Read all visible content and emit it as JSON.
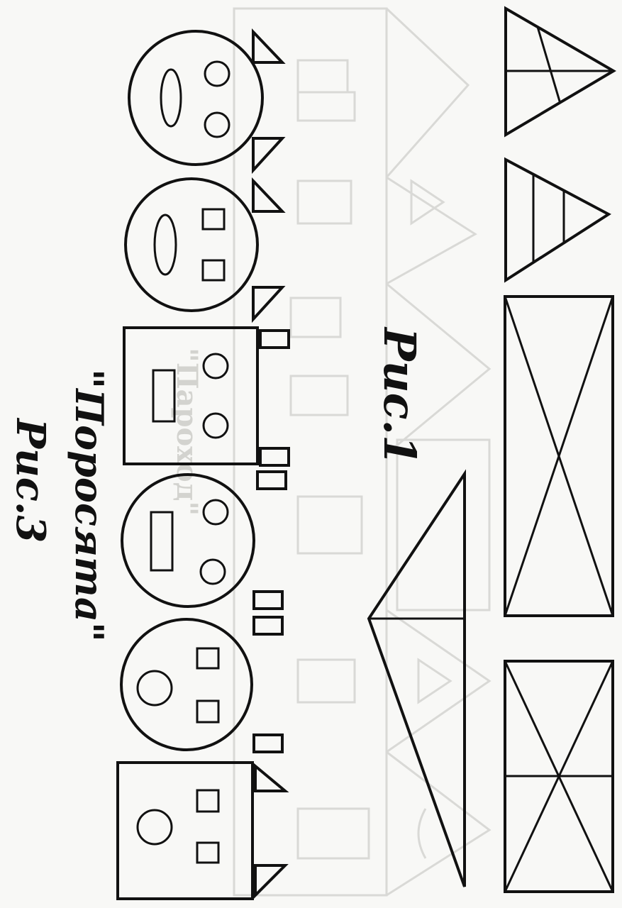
{
  "captions": {
    "figure1": "Рис.1",
    "title": "\"Поросята\"",
    "figure3": "Рис.3"
  },
  "background_text": "\"Пароход\"",
  "colors": {
    "ink": "#111111",
    "faded": "#d9d9d6",
    "paper": "#f8f8f6"
  }
}
